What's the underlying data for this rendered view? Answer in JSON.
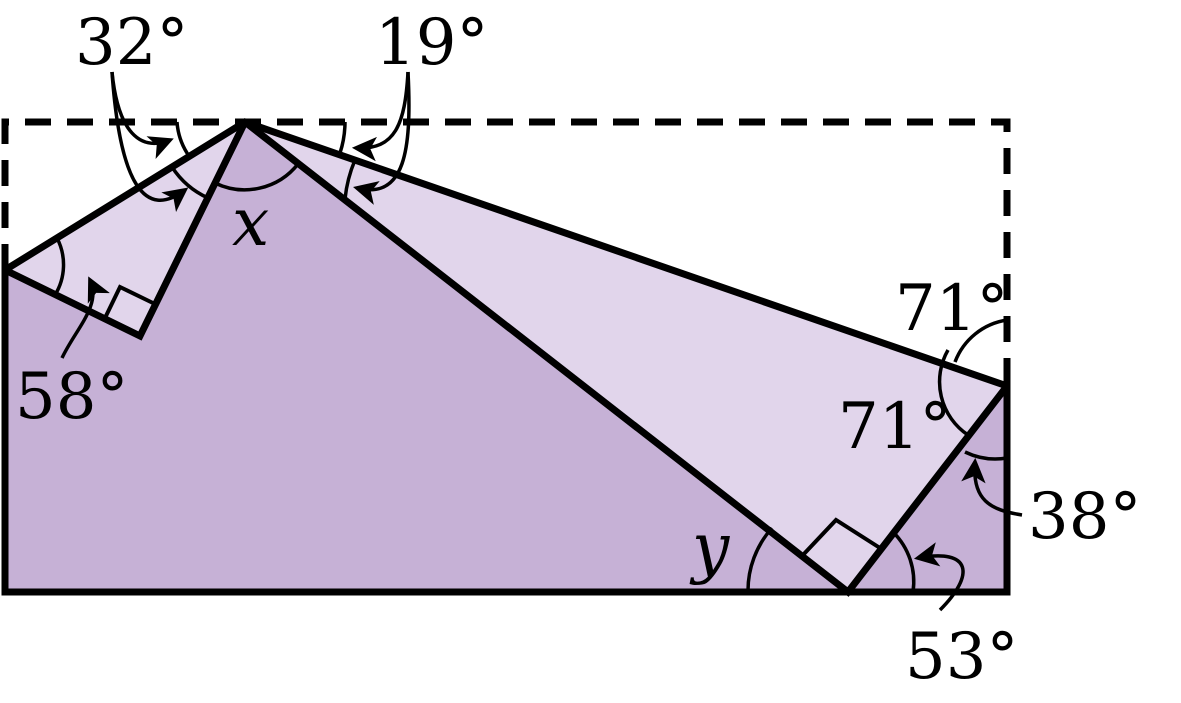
{
  "colors": {
    "dark_fill": "#c6b1d6",
    "light_fill": "#e1d5eb",
    "stroke": "#000000",
    "background": "#ffffff"
  },
  "angles": {
    "a32": "32°",
    "a19": "19°",
    "a58": "58°",
    "a71_top": "71°",
    "a71_inner": "71°",
    "a38": "38°",
    "a53": "53°"
  },
  "variables": {
    "x": "x",
    "y": "y"
  }
}
